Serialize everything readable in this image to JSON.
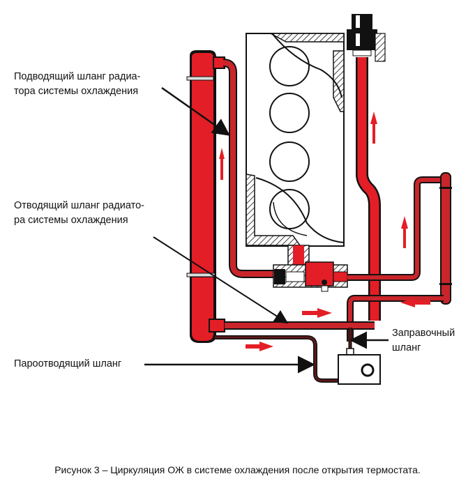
{
  "labels": {
    "supply_hose": {
      "line1": "Подводящий шланг радиа-",
      "line2": "тора системы охлаждения"
    },
    "return_hose": {
      "line1": "Отводящий шланг радиато-",
      "line2": "ра системы охлаждения"
    },
    "filler_hose": {
      "line1": "Заправочный",
      "line2": "шланг"
    },
    "vapor_hose": "Пароотводящий шланг"
  },
  "caption": "Рисунок 3 – Циркуляция ОЖ в системе охлаждения после открытия термостата.",
  "colors": {
    "coolant_hot": "#e41e26",
    "coolant_dark": "#c9252b",
    "outline": "#111111",
    "hose_brown": "#5a1a1a"
  },
  "components": {
    "engine_block": "engine-block",
    "cylinders": 4,
    "thermostat": "thermostat",
    "radiator": "radiator",
    "expansion_tank": "expansion-tank",
    "temperature_sensor": "temperature-sensor"
  },
  "flow_arrows": [
    {
      "id": "radiator-supply",
      "direction": "up"
    },
    {
      "id": "engine-outlet",
      "direction": "up"
    },
    {
      "id": "heater-return",
      "direction": "up"
    },
    {
      "id": "return-hose",
      "direction": "right"
    },
    {
      "id": "heater-lower",
      "direction": "left"
    },
    {
      "id": "vapor-line",
      "direction": "right"
    }
  ]
}
